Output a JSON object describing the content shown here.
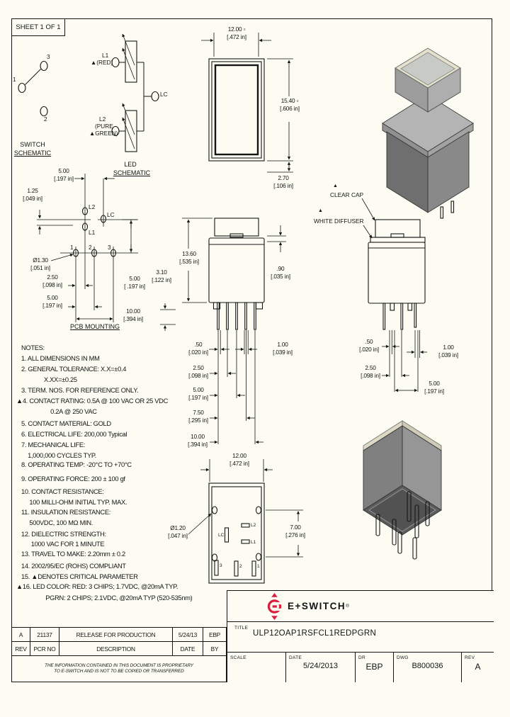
{
  "page": {
    "sheet_label": "SHEET 1 OF 1"
  },
  "logo": {
    "brand": "E+SWITCH",
    "reg": "®"
  },
  "schematics": {
    "switch": {
      "title_line1": "SWITCH",
      "title_line2": "SCHEMATIC",
      "pin1": "1",
      "pin2": "2",
      "pin3": "3"
    },
    "led": {
      "title_line1": "LED",
      "title_line2": "SCHEMATIC",
      "l1_label": "L1",
      "l1_color": "▲(RED)",
      "l2_label": "L2",
      "l2_color1": "(PURE",
      "l2_color2": "▲GREEN)",
      "lc_label": "LC"
    }
  },
  "top_view": {
    "dim_width": "12.00 ▫\n[.472 in]",
    "dim_height": "15.40 ▫\n[.606 in]",
    "dim_lip": "2.70\n[.106 in]"
  },
  "pcb_mounting": {
    "title": "PCB MOUNTING",
    "dim_pitch": "5.00\n[.197 in]",
    "dim_offset": "1.25\n[.049 in]",
    "hole_dia": "Ø1.30\n[.051 in]",
    "dim_2_5": "2.50\n[.098 in]",
    "dim_5": "5.00\n[.197 in]",
    "dim_10": "10.00\n[.394 in]",
    "dim_rows": "5.00\n[ .197 in]",
    "l2": "L2",
    "lc": "LC",
    "l1": "L1",
    "p1": "1",
    "p2": "2",
    "p3": "3"
  },
  "front_view": {
    "dim_height": "13.60\n[.535 in]",
    "dim_pin_len": "3.10\n[.122 in]",
    "dim_bezel": ".90\n[.035 in]",
    "dim_pin_w": ".50\n[.020 in]",
    "dim_tab_w": "1.00\n[.039 in]",
    "dim_p1": "2.50\n[.098 in]",
    "dim_p2": "5.00\n[.197 in]",
    "dim_p3": "7.50\n[.295 in]",
    "dim_p4": "10.00\n[.394 in]"
  },
  "side_view": {
    "crit1": "▲",
    "callout_cap": "CLEAR CAP",
    "crit2": "▲",
    "callout_diffuser": "WHITE DIFFUSER",
    "dim_pin_w": ".50\n[.020 in]",
    "dim_tab_w": "1.00\n[.039 in]",
    "dim_p1": "2.50\n[.098 in]",
    "dim_p2": "5.00\n[.197 in]"
  },
  "bottom_view": {
    "dim_width": "12.00\n[.472 in]",
    "hole_dia": "Ø1.20\n[.047 in]",
    "dim_span": "7.00\n[.276 in]",
    "t_l2": "L2",
    "t_lc": "LC",
    "t_l1": "L1",
    "t_3": "3",
    "t_2": "2",
    "t_1": "1"
  },
  "notes": {
    "lines": [
      "NOTES:",
      "1. ALL DIMENSIONS IN MM",
      "2. GENERAL TOLERANCE: X.X=±0.4",
      "              X.XX=±0.25",
      "3. TERM. NOS. FOR REFERENCE ONLY.",
      "▲4. CONTACT RATING: 0.5A @ 100 VAC OR 25 VDC",
      "                  0.2A @ 250 VAC",
      "5. CONTACT MATERIAL: GOLD",
      "6. ELECTRICAL LIFE: 200,000 Typical",
      "7. MECHANICAL LIFE:",
      "    1,000,000 CYCLES TYP.",
      "8. OPERATING TEMP: -20°C TO +70°C",
      "9. OPERATING FORCE: 200 ± 100 gf",
      "10. CONTACT RESISTANCE:",
      "     100 MILLI-OHM INITIAL TYP. MAX.",
      "11. INSULATION RESISTANCE:",
      "     500VDC, 100 MΩ MIN.",
      "12. DIELECTRIC STRENGTH:",
      "      1000 VAC FOR 1 MINUTE",
      "13. TRAVEL TO MAKE: 2.20mm ± 0.2",
      "14. 2002/95/EC (ROHS) COMPLIANT",
      "15. ▲DENOTES CRITICAL PARAMETER",
      "▲16. LED COLOR: RED: 3 CHIPS; 1.7VDC, @20mA TYP.",
      "               PGRN: 2 CHIPS; 2.1VDC, @20mA TYP (520-535nm)"
    ]
  },
  "revision_table": {
    "row": {
      "rev": "A",
      "pcr": "21137",
      "desc": "RELEASE FOR PRODUCTION",
      "date": "5/24/13",
      "by": "EBP"
    },
    "header": {
      "rev": "REV",
      "pcr": "PCR NO",
      "desc": "DESCRIPTION",
      "date": "DATE",
      "by": "BY"
    },
    "proprietary_line1": "THE INFORMATION CONTAINED IN THIS DOCUMENT IS PROPRIETARY",
    "proprietary_line2": "TO E-SWITCH AND IS NOT TO BE COPIED OR TRANSFERRED"
  },
  "title_block": {
    "title_label": "TITLE",
    "title": "ULP12OAP1RSFCL1REDPGRN",
    "scale_label": "SCALE",
    "date_label": "DATE",
    "date": "5/24/2013",
    "dr_label": "DR",
    "dr": "EBP",
    "dwg_label": "DWG",
    "dwg": "B800036",
    "rev_label": "REV",
    "rev": "A"
  },
  "colors": {
    "accent_red": "#d81f3d",
    "line": "#151515",
    "paper": "#fcfcf3"
  }
}
